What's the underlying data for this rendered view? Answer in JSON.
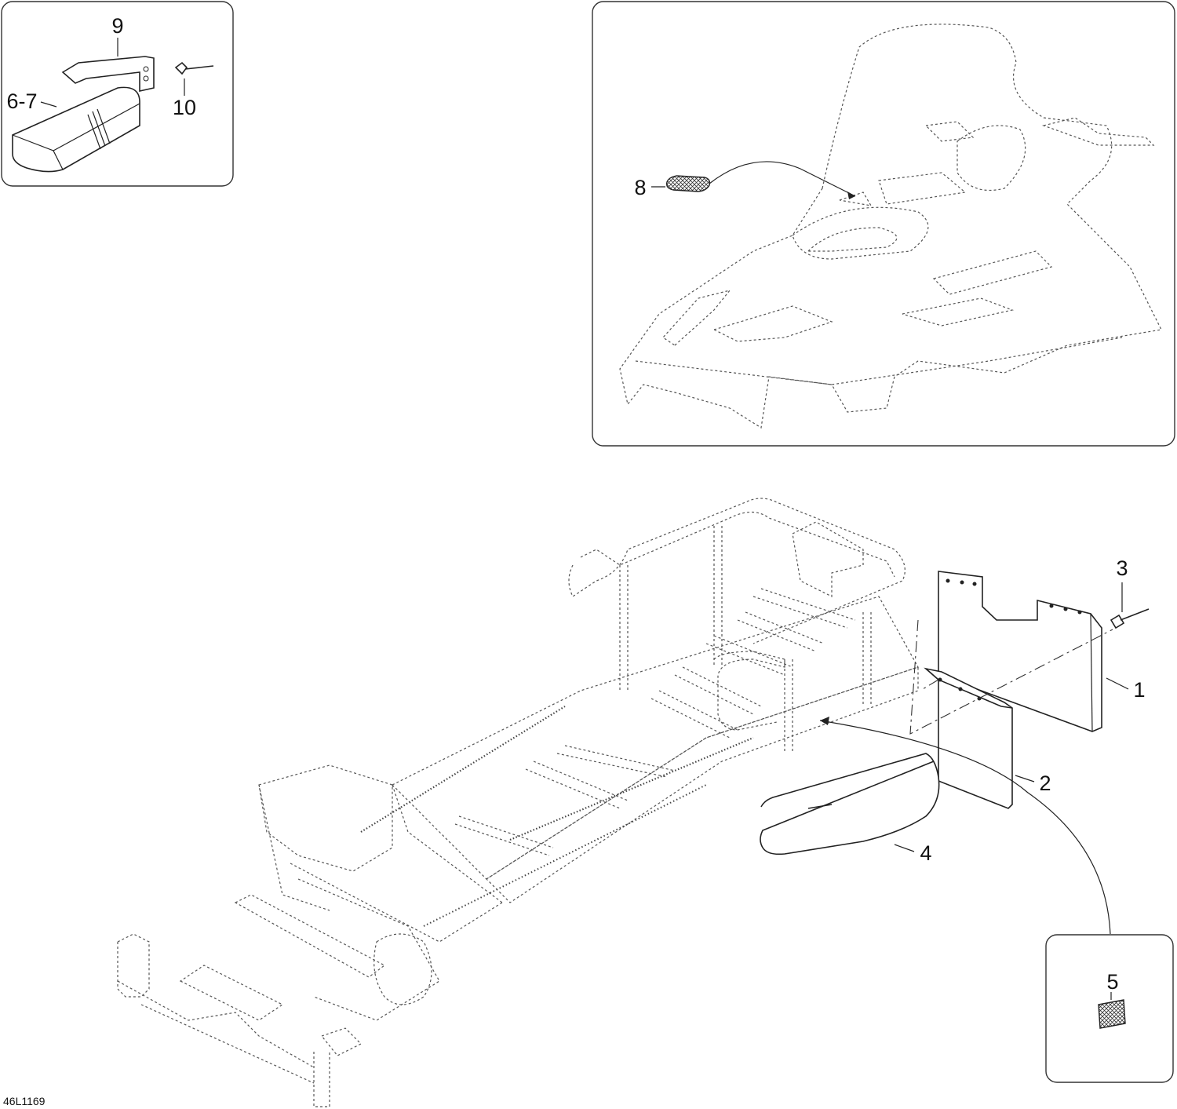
{
  "diagram": {
    "code": "46L1169",
    "callouts": {
      "c1": "1",
      "c2": "2",
      "c3": "3",
      "c4": "4",
      "c5": "5",
      "c67": "6-7",
      "c8": "8",
      "c9": "9",
      "c10": "10"
    }
  }
}
